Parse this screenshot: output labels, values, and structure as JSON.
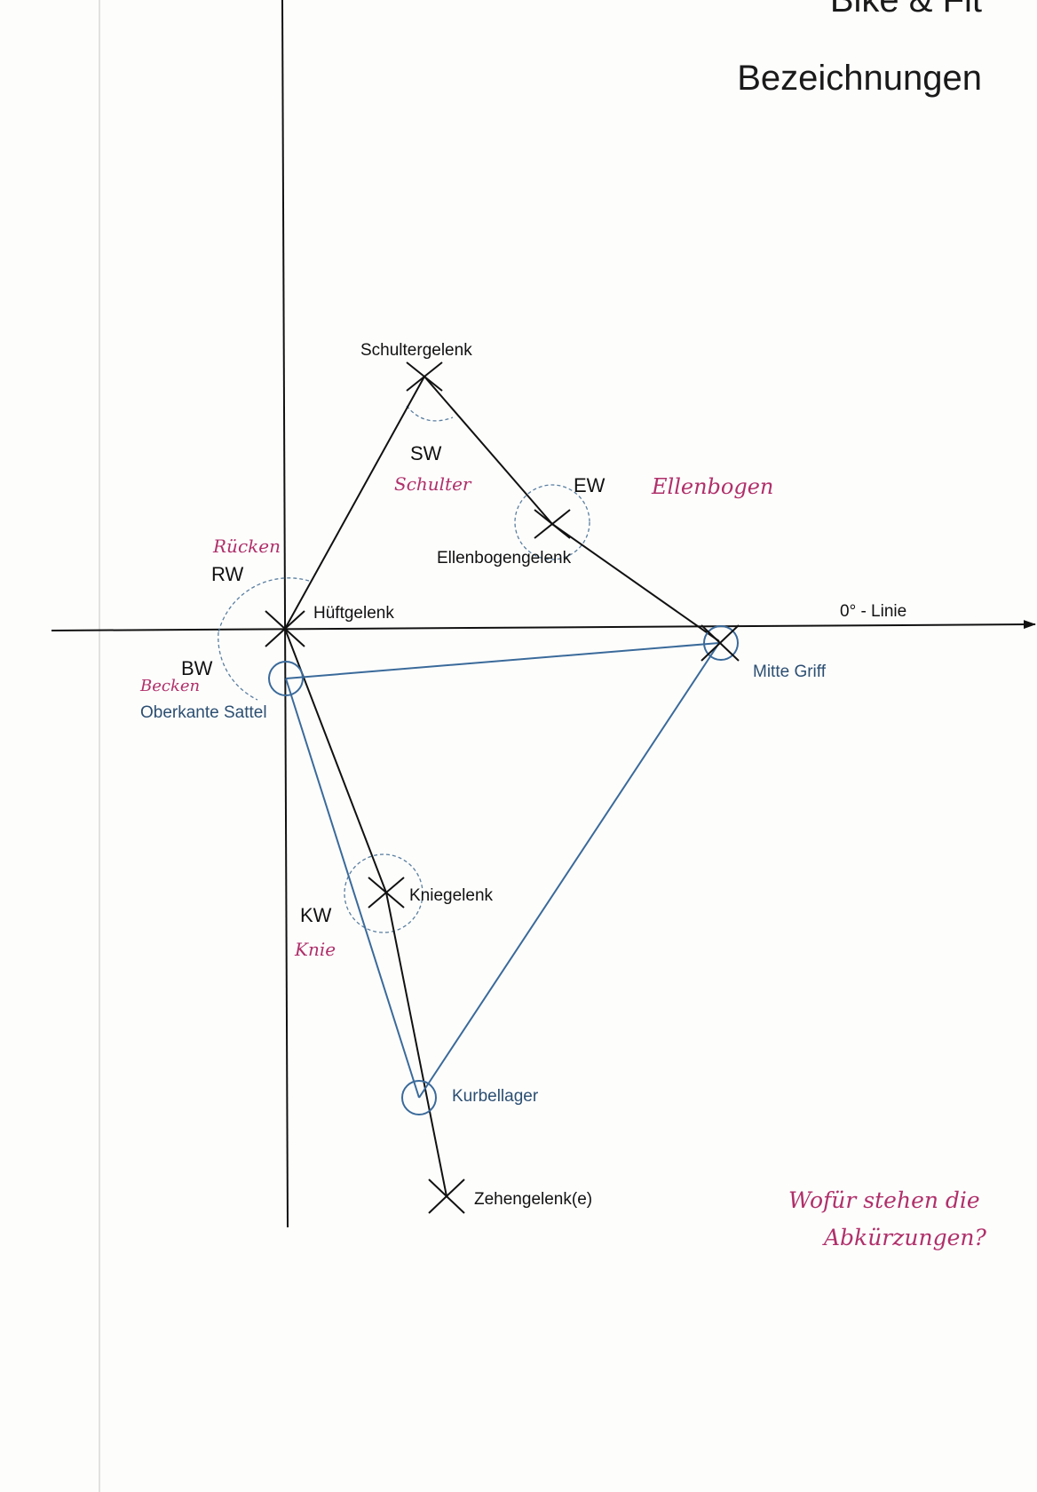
{
  "header": {
    "title": "Bike & Fit",
    "subtitle": "Bezeichnungen"
  },
  "colors": {
    "ink": "#111111",
    "blue": "#3a6a9a",
    "blue_text": "#2c4f72",
    "handwriting": "#b0306a",
    "dashed": "#5a7fa0"
  },
  "labels": {
    "shoulder_joint": "Schultergelenk",
    "elbow_joint": "Ellenbogengelenk",
    "hip_joint": "Hüftgelenk",
    "zero_line": "0° - Linie",
    "handle_center": "Mitte Griff",
    "saddle_top": "Oberkante Sattel",
    "knee_joint": "Kniegelenk",
    "crank_bearing": "Kurbellager",
    "toe_joint": "Zehengelenk(e)"
  },
  "angles": {
    "sw": "SW",
    "ew": "EW",
    "rw": "RW",
    "bw": "BW",
    "kw": "KW"
  },
  "handwritten": {
    "sw_note": "Schulter",
    "ew_note": "Ellenbogen",
    "rw_note": "Rücken",
    "bw_note": "Becken",
    "kw_note": "Knie",
    "question_line1": "Wofür stehen die",
    "question_line2": "Abkürzungen?"
  }
}
